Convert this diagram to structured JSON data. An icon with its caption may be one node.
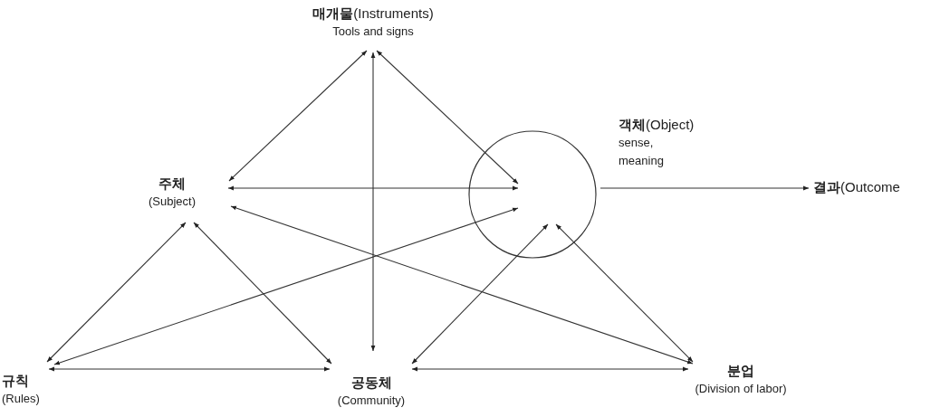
{
  "diagram": {
    "nodes": [
      {
        "text": [
          "**매개물**(Instruments)",
          "Tools and signs"
        ]
      },
      {
        "text": [
          "주체",
          "(Subject)"
        ]
      },
      {
        "text": [],
        "shape": "circle",
        "beside": [
          "**객체**(Object)",
          "sense, meaning"
        ]
      },
      {
        "text": [
          "**결과**(Outcome"
        ]
      },
      {
        "text": [
          "규칙",
          "(Rules)"
        ]
      },
      {
        "text": [
          "공동체",
          "(Community)"
        ]
      },
      {
        "text": [
          "분업",
          "(Division of labor)"
        ]
      }
    ],
    "edges": [
      {
        "from": 0,
        "to": 1,
        "arrow": "both"
      },
      {
        "from": 0,
        "to": 2,
        "arrow": "both"
      },
      {
        "from": 0,
        "to": 5,
        "arrow": "both"
      },
      {
        "from": 1,
        "to": 2,
        "arrow": "both"
      },
      {
        "from": 1,
        "to": 6,
        "arrow": "both"
      },
      {
        "from": 1,
        "to": 4,
        "arrow": "both"
      },
      {
        "from": 1,
        "to": 5,
        "arrow": "both"
      },
      {
        "from": 4,
        "to": 2,
        "arrow": "both"
      },
      {
        "from": 4,
        "to": 5,
        "arrow": "both"
      },
      {
        "from": 5,
        "to": 6,
        "arrow": "both"
      },
      {
        "from": 5,
        "to": 2,
        "arrow": "both"
      },
      {
        "from": 6,
        "to": 2,
        "arrow": "both"
      },
      {
        "from": 2,
        "to": 3,
        "arrow": "to"
      }
    ]
  }
}
